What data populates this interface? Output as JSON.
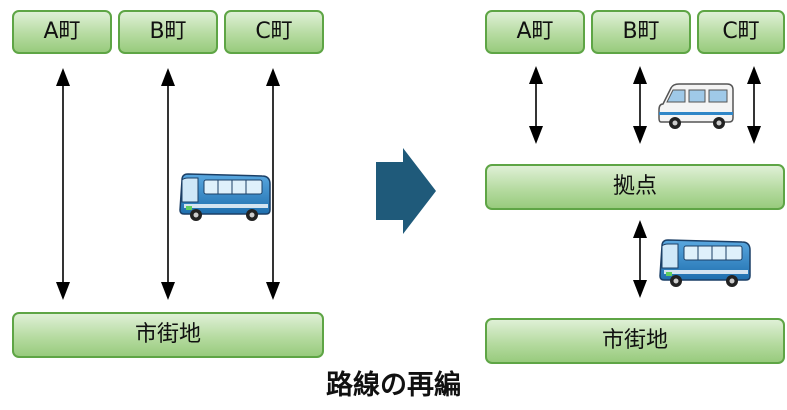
{
  "before": {
    "towns": [
      "A町",
      "B町",
      "C町"
    ],
    "city": "市街地"
  },
  "after": {
    "towns": [
      "A町",
      "B町",
      "C町"
    ],
    "hub": "拠点",
    "city": "市街地"
  },
  "caption": "路線の再編",
  "colors": {
    "box_border": "#5ea545",
    "box_fill": "#b6dba1",
    "transition_arrow": "#1f5a7a",
    "bus_body": "#2f86c7"
  },
  "icons": {
    "bus": "bus-icon",
    "van": "van-icon",
    "transition": "right-arrow-icon"
  }
}
